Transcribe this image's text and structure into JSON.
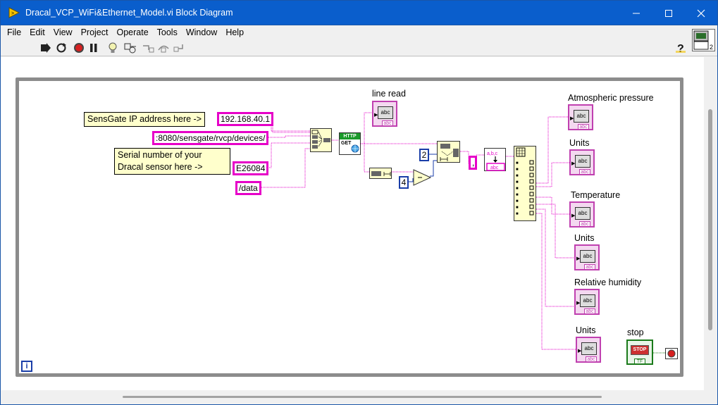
{
  "window": {
    "title": "Dracal_VCP_WiFi&Ethernet_Model.vi Block Diagram"
  },
  "menu": [
    "File",
    "Edit",
    "View",
    "Project",
    "Operate",
    "Tools",
    "Window",
    "Help"
  ],
  "diagram": {
    "comments": {
      "ip": "SensGate IP address here ->",
      "serial_line1": "Serial number of your",
      "serial_line2": "Dracal sensor here ->"
    },
    "constants": {
      "ip": "192.168.40.1",
      "path": ":8080/sensgate/rvcp/devices/",
      "serial": "E26084",
      "data": "/data",
      "num_2": "2",
      "num_4": "4",
      "comma": ","
    },
    "nodes": {
      "http_get_top": "HTTP",
      "http_get_bottom": "GET"
    },
    "labels": {
      "line_read": "line read",
      "atm_pressure": "Atmospheric pressure",
      "units1": "Units",
      "temperature": "Temperature",
      "units2": "Units",
      "rel_humidity": "Relative humidity",
      "units3": "Units",
      "stop": "stop"
    },
    "indicator_text": "abc",
    "stop_button": "STOP",
    "stop_tf": "TF",
    "loop_iteration": "i",
    "connector_number": "2"
  }
}
